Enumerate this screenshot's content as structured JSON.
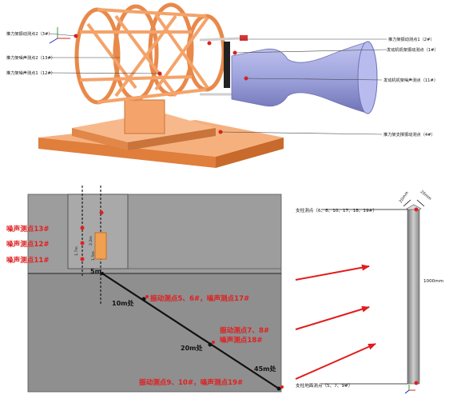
{
  "top_labels": {
    "thrust_frame_vib2": "推力架振动测点2（3#）",
    "thrust_frame_noise2": "推力架噪声测点2（13#）",
    "thrust_frame_noise1": "推力架噪声测点1（12#）",
    "thrust_frame_vib1": "推力架振动测点1（2#）",
    "engine_frame_vib": "发动机机架振动测点（1#）",
    "engine_frame_noise": "发动机机架噪声测点（11#）",
    "support_vib": "推力架支撑振动测点（4#）"
  },
  "ground_labels": {
    "noise13": "噪声测点13#",
    "noise12": "噪声测点12#",
    "noise11": "噪声测点11#",
    "dist_5m": "5m",
    "dist_10m": "10m处",
    "dist_20m": "20m处",
    "dist_45m": "45m处",
    "pt_10m": "振动测点5、6#，噪声测点17#",
    "pt_20m_line1": "振动测点7、8#",
    "pt_20m_line2": "噪声测点18#",
    "pt_45m": "振动测点9、10#，噪声测点19#",
    "dim_a": "1.7m",
    "dim_b": "2.2m",
    "dim_c": "1.5m"
  },
  "column_labels": {
    "column_points": "支柱测点（6、8、10、17、18、19#）",
    "ground_points": "支柱地面测点（5、7、9#）",
    "height": "1000mm",
    "width1": "20mm",
    "width2": "20mm"
  },
  "colors": {
    "orange": "#f4a36a",
    "orange_dark": "#d9772f",
    "engine": "#9aa0d8",
    "ground": "#9b9b9b",
    "red": "#e02020",
    "arrow": "#e31b1b"
  }
}
